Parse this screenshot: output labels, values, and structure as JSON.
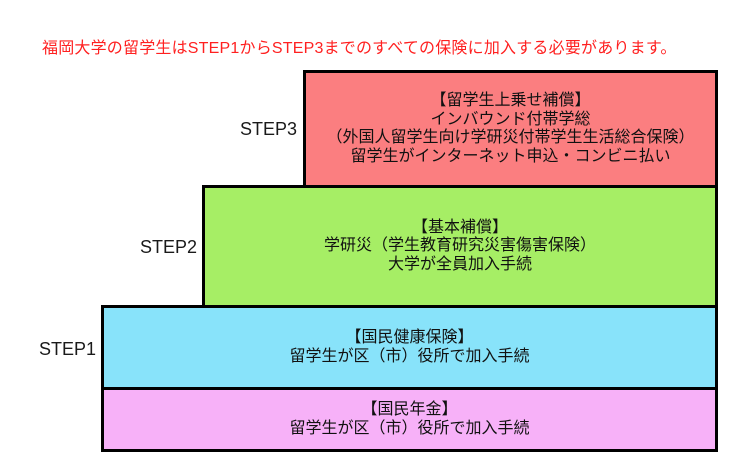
{
  "header": {
    "text": "福岡大学の留学生はSTEP1からSTEP3までのすべての保険に加入する必要があります。",
    "color": "#ff2020"
  },
  "steps": [
    {
      "label": "STEP3",
      "fill": "#fb7e80",
      "lines": [
        "【留学生上乗せ補償】",
        "インバウンド付帯学総",
        "（外国人留学生向け学研災付帯学生生活総合保険）",
        "留学生がインターネット申込・コンビニ払い"
      ]
    },
    {
      "label": "STEP2",
      "fill": "#a6ee65",
      "lines": [
        "【基本補償】",
        "学研災（学生教育研究災害傷害保険）",
        "大学が全員加入手続"
      ]
    },
    {
      "label": "STEP1",
      "fill": "#88e3fa",
      "lines": [
        "【国民健康保険】",
        "留学生が区（市）役所で加入手続"
      ]
    },
    {
      "label": "",
      "fill": "#f7b1f8",
      "lines": [
        "【国民年金】",
        "留学生が区（市）役所で加入手続"
      ]
    }
  ],
  "colors": {
    "border": "#000000",
    "text": "#111111",
    "header_red": "#ff2020"
  }
}
